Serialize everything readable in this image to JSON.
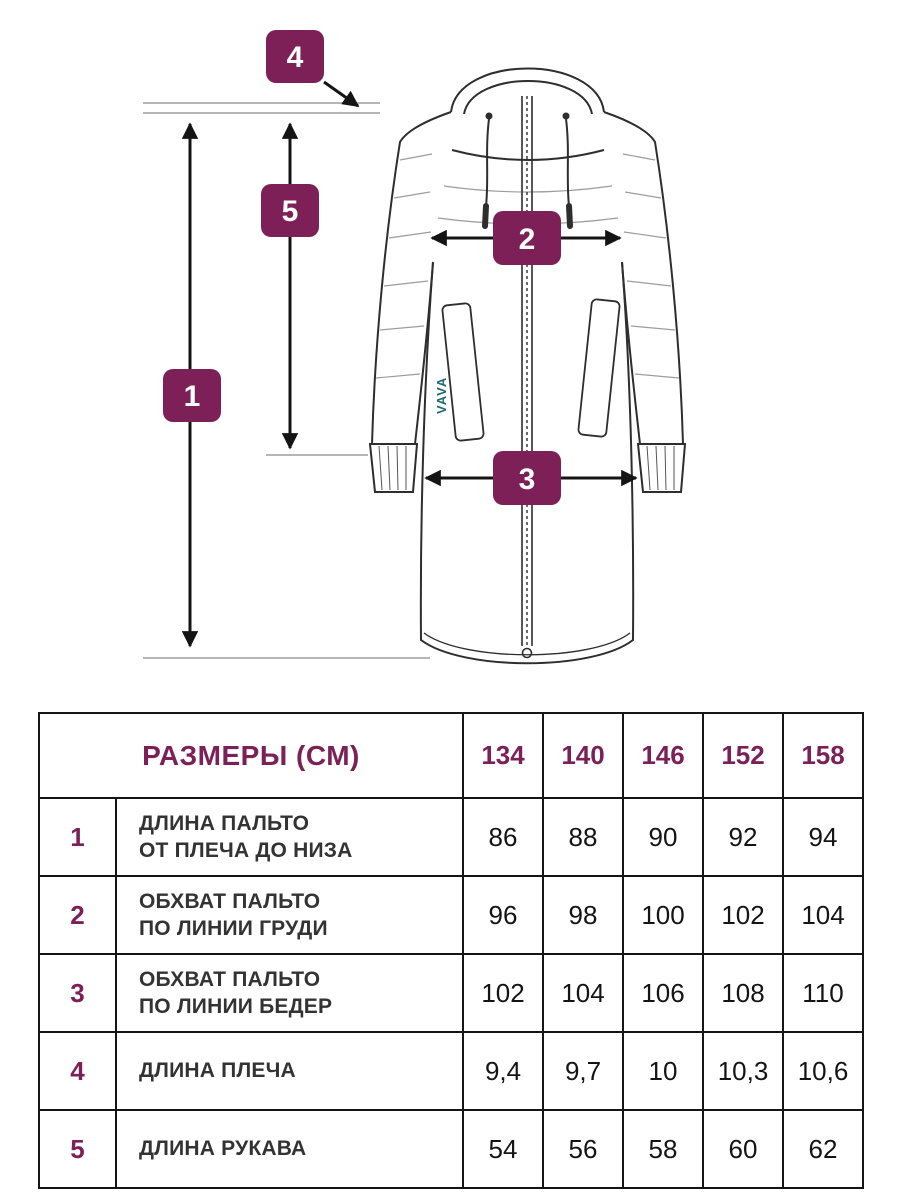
{
  "colors": {
    "accent": "#7d2057",
    "line": "#2e2e2e",
    "border": "#151515",
    "logo": "#1a6b70"
  },
  "diagram": {
    "badge_length": "1",
    "badge_chest": "2",
    "badge_hip": "3",
    "badge_shoulder": "4",
    "badge_sleeve": "5",
    "logo_text": "VAVA"
  },
  "table": {
    "title": "РАЗМЕРЫ (СМ)",
    "sizes": [
      "134",
      "140",
      "146",
      "152",
      "158"
    ],
    "rows": [
      {
        "num": "1",
        "lines": [
          "ДЛИНА ПАЛЬТО",
          "ОТ ПЛЕЧА ДО НИЗА"
        ],
        "values": [
          "86",
          "88",
          "90",
          "92",
          "94"
        ]
      },
      {
        "num": "2",
        "lines": [
          "ОБХВАТ ПАЛЬТО",
          "ПО ЛИНИИ ГРУДИ"
        ],
        "values": [
          "96",
          "98",
          "100",
          "102",
          "104"
        ]
      },
      {
        "num": "3",
        "lines": [
          "ОБХВАТ ПАЛЬТО",
          "ПО ЛИНИИ БЕДЕР"
        ],
        "values": [
          "102",
          "104",
          "106",
          "108",
          "110"
        ]
      },
      {
        "num": "4",
        "lines": [
          "ДЛИНА ПЛЕЧА"
        ],
        "values": [
          "9,4",
          "9,7",
          "10",
          "10,3",
          "10,6"
        ]
      },
      {
        "num": "5",
        "lines": [
          "ДЛИНА РУКАВА"
        ],
        "values": [
          "54",
          "56",
          "58",
          "60",
          "62"
        ]
      }
    ]
  }
}
